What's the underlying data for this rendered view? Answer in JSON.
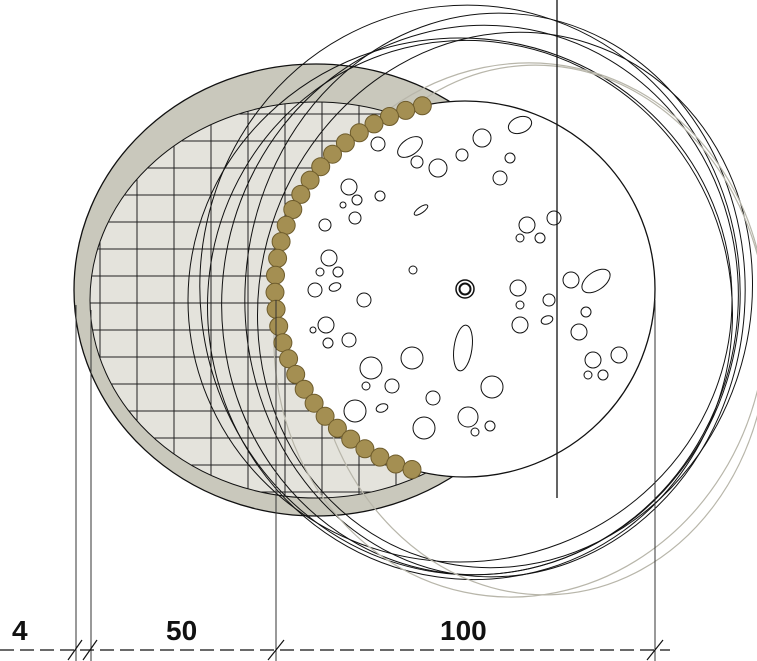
{
  "dimensions": {
    "segments": [
      {
        "label": "4"
      },
      {
        "label": "50"
      },
      {
        "label": "100"
      }
    ]
  },
  "colors": {
    "outer_ring": "#c9c8bc",
    "outer_ring_dark": "#a9a898",
    "grid_fill": "#e4e3dc",
    "grid_line": "#222222",
    "bead_fill": "#a48f52",
    "bead_dark": "#6e5c2c",
    "line": "#111111",
    "faint_line": "#b8b6aa"
  }
}
